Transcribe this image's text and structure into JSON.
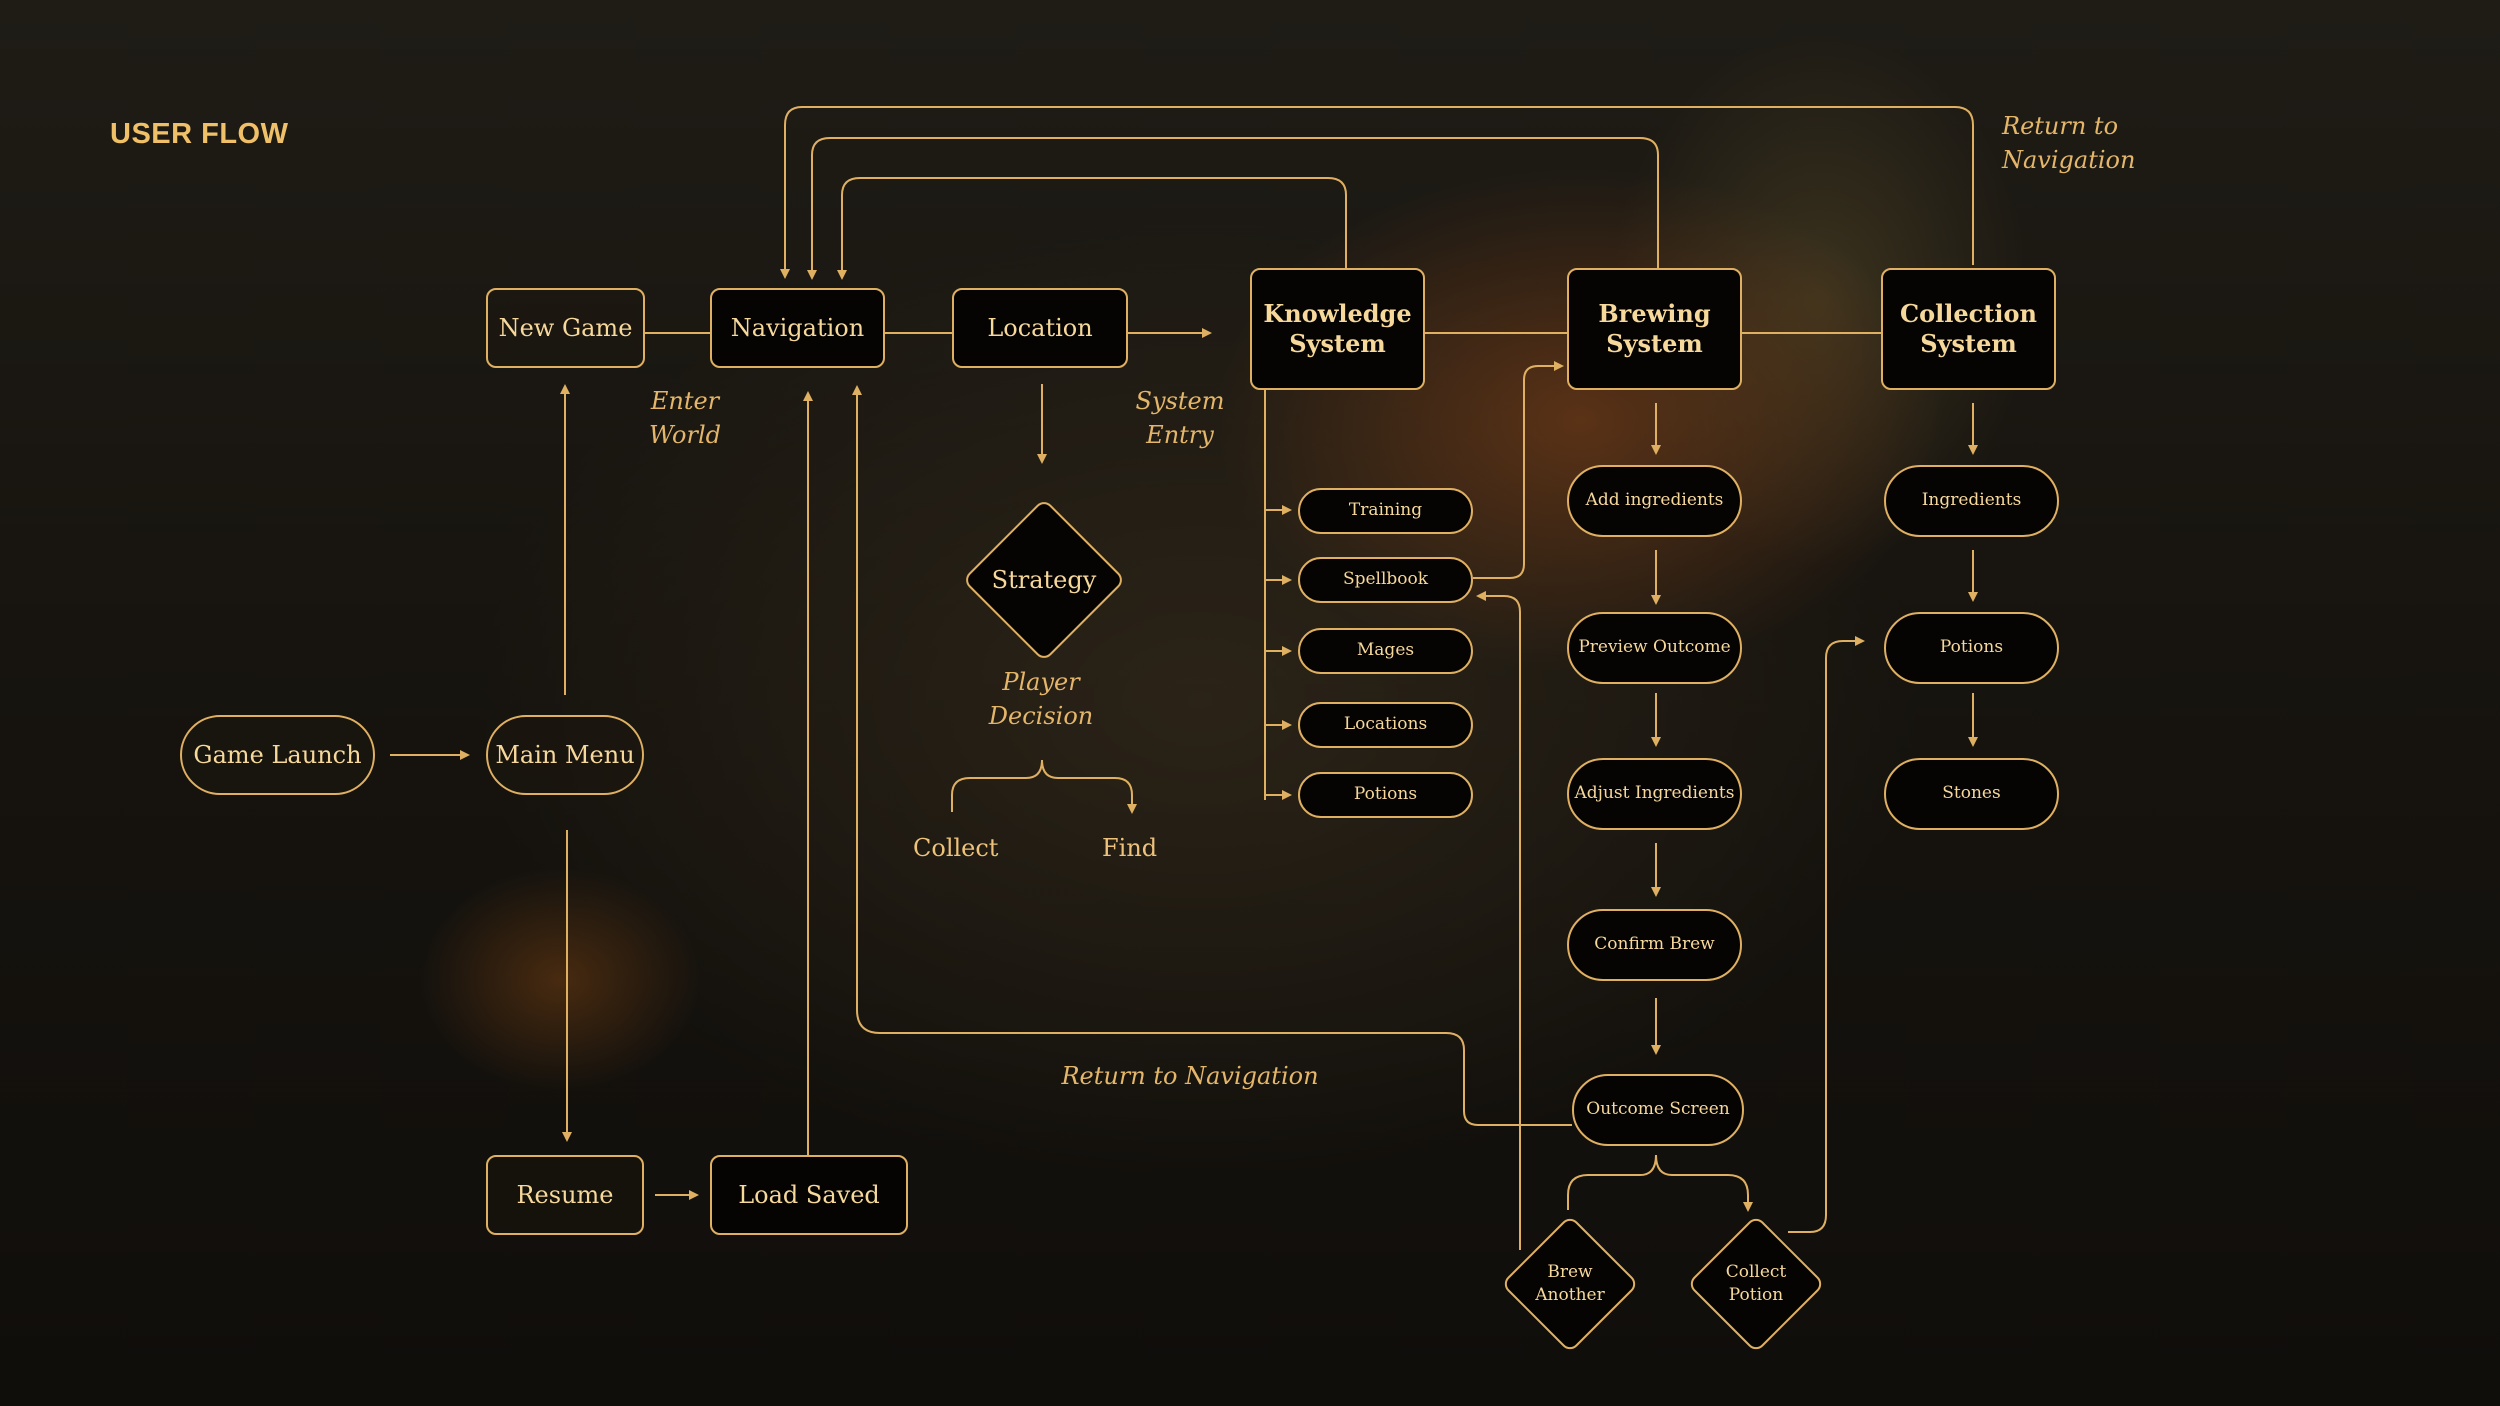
{
  "title": "USER FLOW",
  "nodes": {
    "new_game": "New Game",
    "navigation": "Navigation",
    "location": "Location",
    "knowledge": "Knowledge\nSystem",
    "brewing": "Brewing\nSystem",
    "collection": "Collection\nSystem",
    "game_launch": "Game Launch",
    "main_menu": "Main Menu",
    "resume": "Resume",
    "load_saved": "Load Saved",
    "strategy": "Strategy",
    "training": "Training",
    "spellbook": "Spellbook",
    "mages": "Mages",
    "locations": "Locations",
    "potions_k": "Potions",
    "add_ingredients": "Add ingredients",
    "preview_outcome": "Preview Outcome",
    "adjust_ingredients": "Adjust Ingredients",
    "confirm_brew": "Confirm Brew",
    "outcome_screen": "Outcome Screen",
    "brew_another": "Brew\nAnother",
    "collect_potion": "Collect\nPotion",
    "ingredients": "Ingredients",
    "potions_c": "Potions",
    "stones": "Stones"
  },
  "labels": {
    "enter_world": "Enter\nWorld",
    "system_entry": "System\nEntry",
    "player_decision": "Player\nDecision",
    "return_nav_bottom": "Return to Navigation",
    "return_nav_top": "Return to\nNavigation",
    "collect": "Collect",
    "find": "Find"
  },
  "colors": {
    "accent": "#e0b062",
    "node_fill": "#050403",
    "background": "#17140f"
  }
}
